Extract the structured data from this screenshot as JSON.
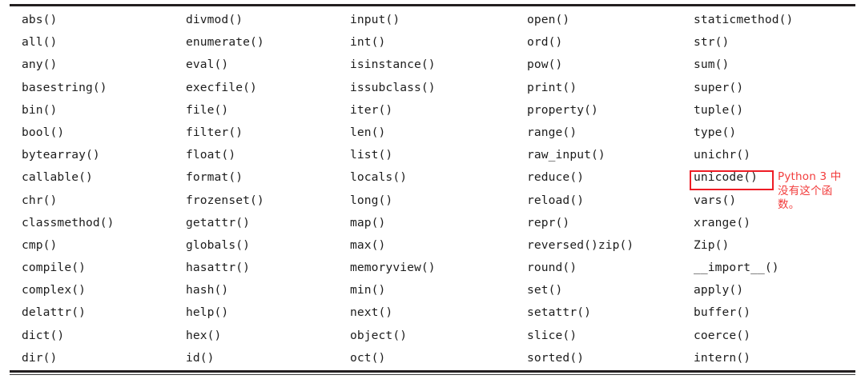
{
  "document": {
    "type": "reference-table",
    "title_visible": false,
    "columns": 5,
    "rows": 16,
    "rules": {
      "top": "thick",
      "bottom": "double"
    }
  },
  "colors": {
    "text": "#1c1c1c",
    "rule": "#231f20",
    "highlight_border": "#ee1c25",
    "annotation_text": "#f23c3c",
    "background": "#ffffff"
  },
  "table": {
    "grid": [
      [
        "abs()",
        "divmod()",
        "input()",
        "open()",
        "staticmethod()"
      ],
      [
        "all()",
        "enumerate()",
        "int()",
        "ord()",
        "str()"
      ],
      [
        "any()",
        "eval()",
        "isinstance()",
        "pow()",
        "sum()"
      ],
      [
        "basestring()",
        "execfile()",
        "issubclass()",
        "print()",
        "super()"
      ],
      [
        "bin()",
        "file()",
        "iter()",
        "property()",
        "tuple()"
      ],
      [
        "bool()",
        "filter()",
        "len()",
        "range()",
        "type()"
      ],
      [
        "bytearray()",
        "float()",
        "list()",
        "raw_input()",
        "unichr()"
      ],
      [
        "callable()",
        "format()",
        "locals()",
        "reduce()",
        "unicode()"
      ],
      [
        "chr()",
        "frozenset()",
        "long()",
        "reload()",
        "vars()"
      ],
      [
        "classmethod()",
        "getattr()",
        "map()",
        "repr()",
        "xrange()"
      ],
      [
        "cmp()",
        "globals()",
        "max()",
        "reversed()zip()",
        "Zip()"
      ],
      [
        "compile()",
        "hasattr()",
        "memoryview()",
        "round()",
        "__import__()"
      ],
      [
        "complex()",
        "hash()",
        "min()",
        "set()",
        "apply()"
      ],
      [
        "delattr()",
        "help()",
        "next()",
        "setattr()",
        "buffer()"
      ],
      [
        "dict()",
        "hex()",
        "object()",
        "slice()",
        "coerce()"
      ],
      [
        "dir()",
        "id()",
        "oct()",
        "sorted()",
        "intern()"
      ]
    ]
  },
  "highlight": {
    "target_text": "unicode()",
    "row_index": 7,
    "column_index": 4
  },
  "annotation": {
    "text": "Python 3 中\n没有这个函\n数。"
  }
}
